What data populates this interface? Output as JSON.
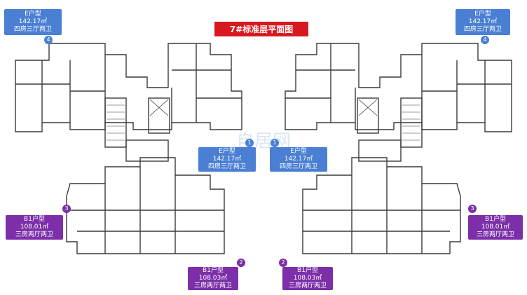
{
  "title": "7#标准层平面图",
  "colors": {
    "banner": "#d7191f",
    "blue": "#4a7fd4",
    "purple": "#7c2fa8"
  },
  "watermark": "自居网",
  "units": [
    {
      "id": "e-top-left",
      "num": "4",
      "name": "E户型",
      "area": "142.17㎡",
      "rooms": "四房三厅两卫",
      "color": "blue"
    },
    {
      "id": "e-top-right",
      "num": "4",
      "name": "E户型",
      "area": "142.17㎡",
      "rooms": "四房三厅两卫",
      "color": "blue"
    },
    {
      "id": "e-center-left",
      "num": "1",
      "name": "E户型",
      "area": "142.17㎡",
      "rooms": "四房三厅两卫",
      "color": "blue"
    },
    {
      "id": "e-center-right",
      "num": "1",
      "name": "E户型",
      "area": "142.17㎡",
      "rooms": "四房三厅两卫",
      "color": "blue"
    },
    {
      "id": "b1-mid-left",
      "num": "3",
      "name": "B1户型",
      "area": "108.01㎡",
      "rooms": "三房两厅两卫",
      "color": "purple"
    },
    {
      "id": "b1-mid-right",
      "num": "3",
      "name": "B1户型",
      "area": "108.01㎡",
      "rooms": "三房两厅两卫",
      "color": "purple"
    },
    {
      "id": "b1-bottom-left",
      "num": "2",
      "name": "B1户型",
      "area": "108.03㎡",
      "rooms": "三房两厅两卫",
      "color": "purple"
    },
    {
      "id": "b1-bottom-right",
      "num": "2",
      "name": "B1户型",
      "area": "108.03㎡",
      "rooms": "三房两厅两卫",
      "color": "purple"
    }
  ]
}
